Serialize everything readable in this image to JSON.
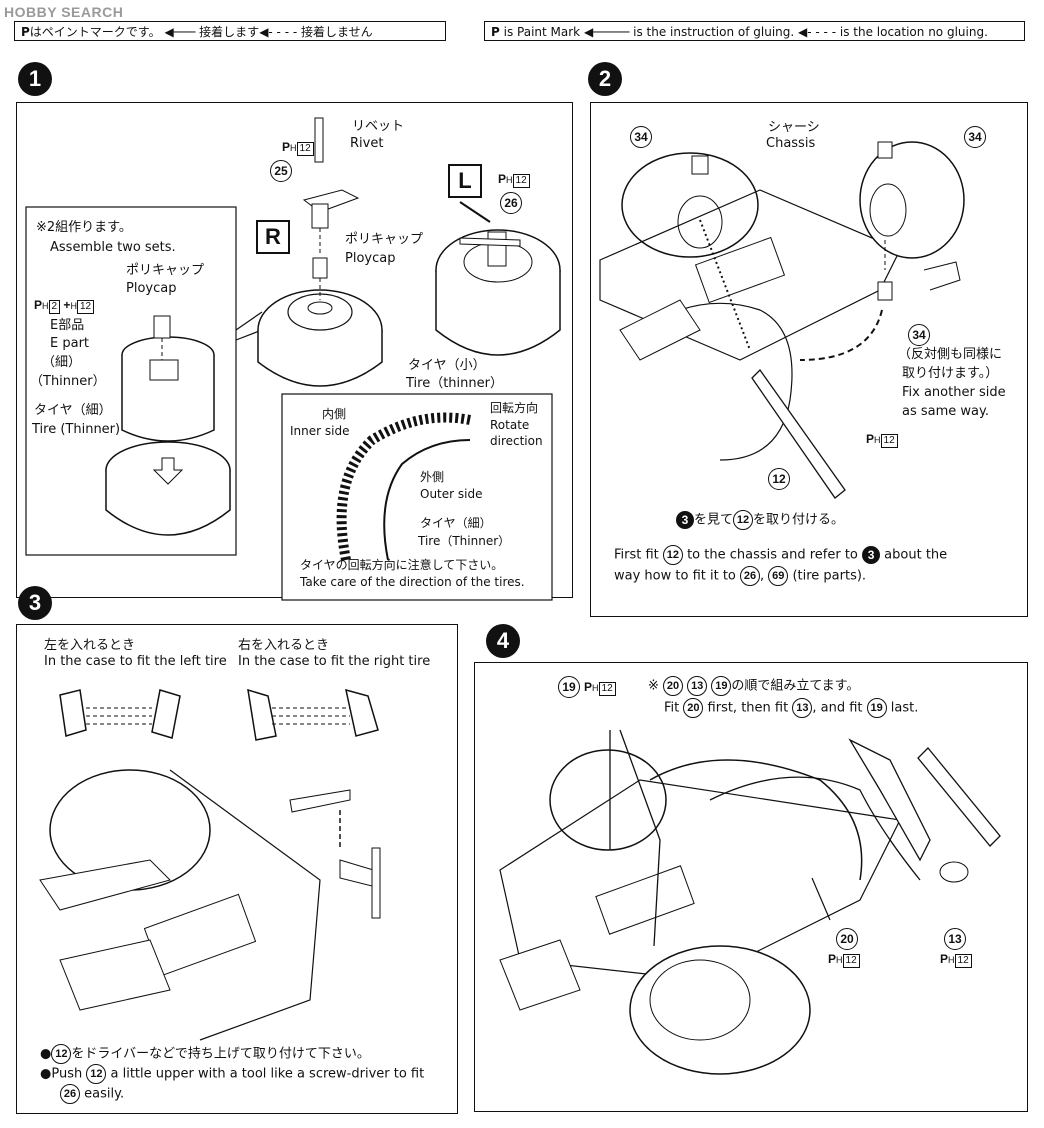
{
  "watermark": "HOBBY SEARCH",
  "legend_jp": {
    "p_label": "P",
    "text1": "はペイントマークです。",
    "text2": "接着します",
    "text3": "接着しません"
  },
  "legend_en": {
    "p_label": "P",
    "text1": "is Paint Mark",
    "text2": "is the instruction of gluing.",
    "text3": "is the location no gluing."
  },
  "step1": {
    "number": "1",
    "rivet_jp": "リベット",
    "rivet_en": "Rivet",
    "ph_rivet_sub": "H",
    "ph_rivet_box": "12",
    "part25": "25",
    "label_R": "R",
    "label_L": "L",
    "ph_L_sub": "H",
    "ph_L_box": "12",
    "part26": "26",
    "polycap_jp": "ポリキャップ",
    "polycap_en": "Ploycap",
    "tire_small_jp": "タイヤ（小）",
    "tire_small_en": "Tire（thinner）",
    "assemble_jp": "※2組作ります。",
    "assemble_en": "Assemble two sets.",
    "polycap2_jp": "ポリキャップ",
    "polycap2_en": "Ploycap",
    "ph_e_main": "P",
    "ph_e_sub1": "H",
    "ph_e_box1": "2",
    "ph_e_plus": "+",
    "ph_e_sub2": "H",
    "ph_e_box2": "12",
    "epart_jp": "E部品",
    "epart_en": "E part",
    "thin_jp": "（細）",
    "thin_en": "（Thinner）",
    "tire_thin_jp": "タイヤ（細）",
    "tire_thin_en": "Tire (Thinner)",
    "inner_jp": "内側",
    "inner_en": "Inner side",
    "rotate_jp": "回転方向",
    "rotate_en1": "Rotate",
    "rotate_en2": "direction",
    "outer_jp": "外側",
    "outer_en": "Outer side",
    "tire_detail_jp": "タイヤ（細）",
    "tire_detail_en": "Tire（Thinner）",
    "note_jp": "タイヤの回転方向に注意して下さい。",
    "note_en": "Take care of the direction of the tires."
  },
  "step2": {
    "number": "2",
    "chassis_jp": "シャーシ",
    "chassis_en": "Chassis",
    "part34": "34",
    "side_jp1": "（反対側も同様に",
    "side_jp2": "取り付けます。）",
    "side_en1": "Fix another side",
    "side_en2": "as same way.",
    "ph_sub": "H",
    "ph_box": "12",
    "part12": "12",
    "caption_num": "3",
    "caption_jp1": "を見て",
    "caption_part": "12",
    "caption_jp2": "を取り付ける。",
    "en_1": "First fit",
    "en_part12": "12",
    "en_2": "to the chassis and refer to",
    "en_step": "3",
    "en_3": "about the",
    "en_4": "way how to fit it to",
    "en_part26": "26",
    "en_comma": ",",
    "en_part69": "69",
    "en_5": "(tire parts)."
  },
  "step3": {
    "number": "3",
    "left_jp": "左を入れるとき",
    "left_en": "In the case to fit the left tire",
    "right_jp": "右を入れるとき",
    "right_en": "In the case to fit the right tire",
    "note1_jp_part": "12",
    "note1_jp": "をドライバーなどで持ち上げて取り付けて下さい。",
    "note2_1": "Push",
    "note2_part": "12",
    "note2_2": "a little upper with a tool like a screw-driver to fit",
    "note2_part26": "26",
    "note2_3": "easily."
  },
  "step4": {
    "number": "4",
    "part19": "19",
    "ph19_sub": "H",
    "ph19_box": "12",
    "order_mark": "※",
    "order_p20": "20",
    "order_p13": "13",
    "order_p19": "19",
    "order_jp": "の順で組み立てます。",
    "order_en1": "Fit",
    "order_en_p20": "20",
    "order_en2": "first, then fit",
    "order_en_p13": "13",
    "order_en3": ", and fit",
    "order_en_p19": "19",
    "order_en4": "last.",
    "part20": "20",
    "ph20_sub": "H",
    "ph20_box": "12",
    "part13": "13",
    "ph13_sub": "H",
    "ph13_box": "12"
  }
}
